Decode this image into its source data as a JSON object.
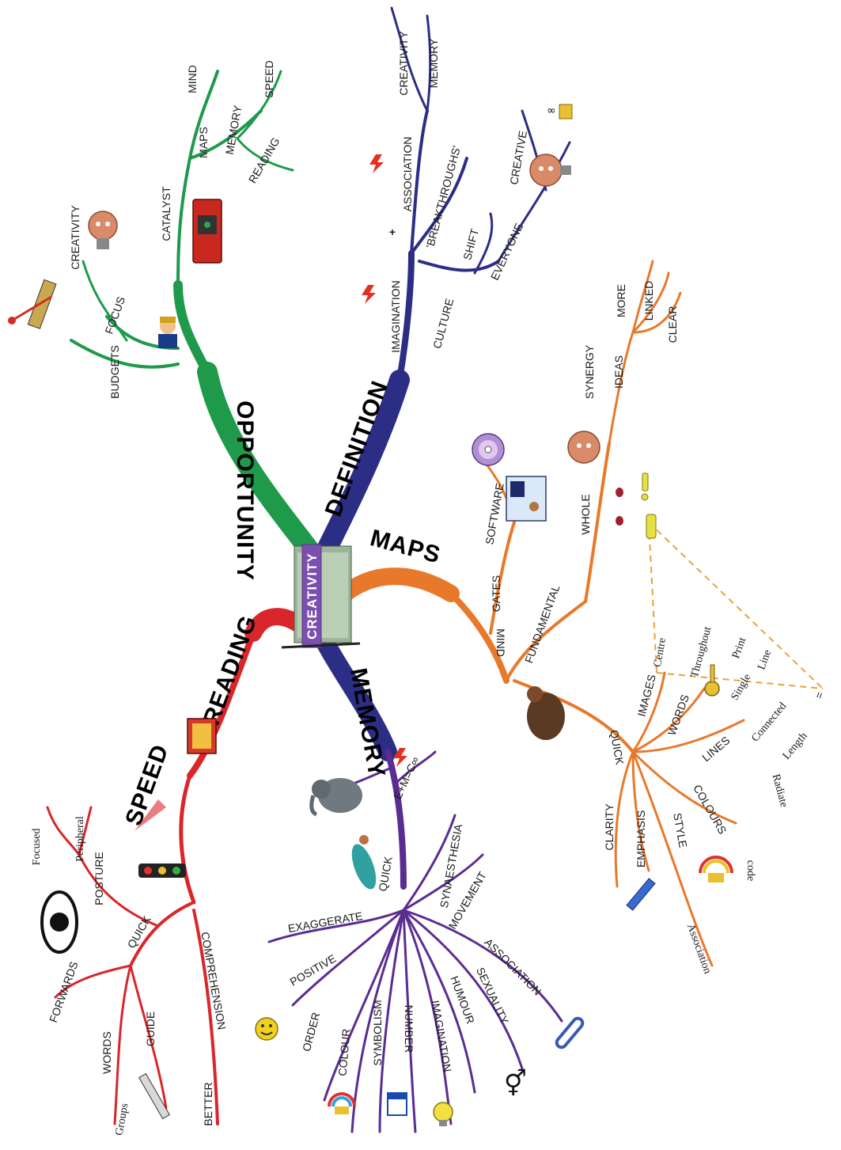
{
  "center": {
    "label": "CREATIVITY"
  },
  "colors": {
    "opportunity": "#1e9a4a",
    "definition": "#2c2e86",
    "maps": "#e8792b",
    "reading": "#d9262b",
    "memory": "#5b2c91",
    "center": "#7b4fb0"
  },
  "branches": {
    "opportunity": {
      "label": "OPPORTUNITY",
      "items": {
        "budgets": "BUDGETS",
        "focus": "FOCUS",
        "creativity": "CREATIVITY",
        "catalyst": "CATALYST",
        "maps": "MAPS",
        "mind": "MIND",
        "memory": "MEMORY",
        "reading": "READING",
        "speed": "SPEED"
      }
    },
    "definition": {
      "label": "DEFINITION",
      "items": {
        "imagination": "IMAGINATION",
        "plus": "+",
        "association": "ASSOCIATION",
        "creativity": "CREATIVITY",
        "memory": "MEMORY",
        "breakthroughs": "'BREAKTHROUGHS'",
        "culture": "CULTURE",
        "shift": "SHIFT",
        "everyone": "EVERYONE",
        "creative": "CREATIVE"
      }
    },
    "maps": {
      "label": "MAPS",
      "items": {
        "mind": "MIND",
        "gates": "GATES",
        "software": "SOFTWARE",
        "fundamental": "FUNDAMENTAL",
        "whole": "WHOLE",
        "synergy": "SYNERGY",
        "ideas": "IDEAS",
        "more": "MORE",
        "linked": "LINKED",
        "clear": "CLEAR",
        "quick": "QUICK",
        "images": "IMAGES",
        "centre": "Centre",
        "throughout": "Throughout",
        "words": "WORDS",
        "print": "Print",
        "line": "Line",
        "single": "Single",
        "lines": "LINES",
        "connected": "Connected",
        "length": "Length",
        "equals": "=",
        "clarity": "CLARITY",
        "emphasis": "EMPHASIS",
        "style": "STYLE",
        "colours": "COLOURS",
        "radiate": "Radiate",
        "code": "code",
        "association": "Association"
      }
    },
    "reading": {
      "label": "READING",
      "items": {
        "speed": "SPEED",
        "quick": "QUICK",
        "posture": "POSTURE",
        "peripheral": "Peripheral",
        "focused": "Focused",
        "forwards": "FORWARDS",
        "words": "WORDS",
        "groups": "Groups",
        "guide": "GUIDE",
        "comprehension": "COMPREHENSION",
        "better": "BETTER"
      }
    },
    "memory": {
      "label": "MEMORY",
      "items": {
        "formula": "E+M=C∞",
        "quick": "QUICK",
        "exaggerate": "EXAGGERATE",
        "positive": "POSITIVE",
        "order": "ORDER",
        "colour": "COLOUR",
        "symbolism": "SYMBOLISM",
        "number": "NUMBER",
        "imagination": "IMAGINATION",
        "humour": "HUMOUR",
        "sexuality": "SEXUALITY",
        "association": "ASSOCIATION",
        "synaesthesia": "SYNAESTHESIA",
        "movement": "MOVEMENT"
      }
    }
  }
}
